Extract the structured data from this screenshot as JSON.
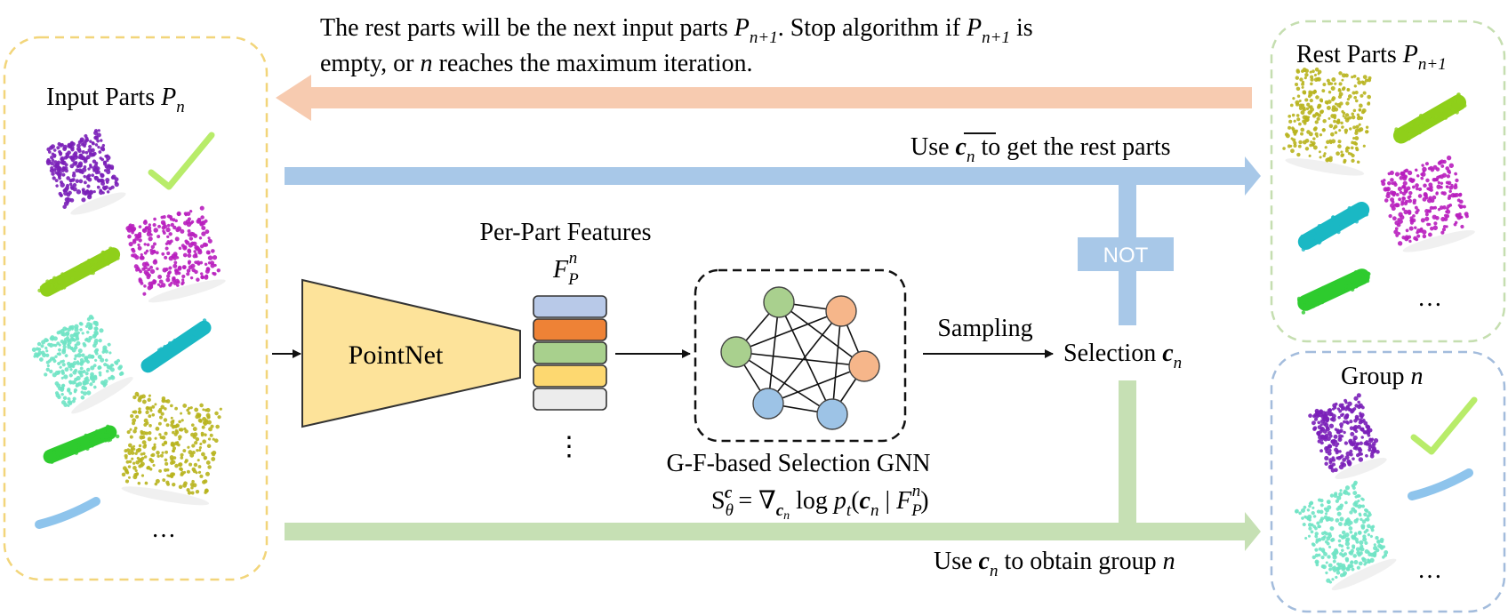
{
  "top_note": {
    "line1_text": "The rest parts will be the next input parts ",
    "line1_sym": "P",
    "line1_sub": "n+1",
    "line1_mid": ". Stop algorithm if ",
    "line1_sym2": "P",
    "line1_sub2": "n+1",
    "line1_end": " is",
    "line2_pre": "empty, or ",
    "line2_n": "n",
    "line2_post": " reaches the maximum iteration."
  },
  "input_panel": {
    "title": "Input Parts ",
    "sym": "P",
    "sub": "n",
    "ellipsis": "…"
  },
  "rest_panel": {
    "title": "Rest Parts ",
    "sym": "P",
    "sub": "n+1",
    "ellipsis": "…"
  },
  "group_panel": {
    "title": "Group ",
    "sym": "n",
    "ellipsis": "…"
  },
  "use_complement": {
    "pre": "Use ",
    "sym": "c",
    "sub": "n",
    "post": " to get the rest parts"
  },
  "use_selection": {
    "pre": "Use ",
    "sym": "c",
    "sub": "n",
    "post": " to obtain group ",
    "n": "n"
  },
  "not_label": "NOT",
  "pointnet_label": "PointNet",
  "features": {
    "title": "Per-Part Features",
    "sym": "F",
    "sub": "P",
    "sup": "n",
    "vdots": "⋮"
  },
  "gnn": {
    "title": "G-F-based Selection GNN",
    "formula_S": "S",
    "formula_sub": "θ",
    "formula_sup": "c",
    "formula_eq": " = ∇",
    "formula_grad_sub": "c",
    "formula_grad_sub2": "n",
    "formula_log": " log ",
    "formula_p": "p",
    "formula_t": "t",
    "formula_arg": "(",
    "formula_c": "c",
    "formula_cn": "n",
    "formula_bar": " | ",
    "formula_F": "F",
    "formula_Fsub": "P",
    "formula_Fsup": "n",
    "formula_close": ")"
  },
  "sampling_label": "Sampling",
  "selection": {
    "label": "Selection ",
    "sym": "c",
    "sub": "n"
  },
  "colors": {
    "orange_arrow": "#f7cbb0",
    "blue_arrow": "#a8c8e8",
    "green_arrow": "#c6e0b4",
    "input_border": "#f2d57a",
    "rest_border": "#c5deb0",
    "group_border": "#a3bcdc",
    "pointnet_fill": "#fde39a",
    "feature_colors": [
      "#b8c9e8",
      "#ee8236",
      "#a8d08d",
      "#fdd870",
      "#ececec"
    ],
    "node_green": "#a9d08e",
    "node_orange": "#f6b68a",
    "node_blue": "#9dc3e6"
  }
}
